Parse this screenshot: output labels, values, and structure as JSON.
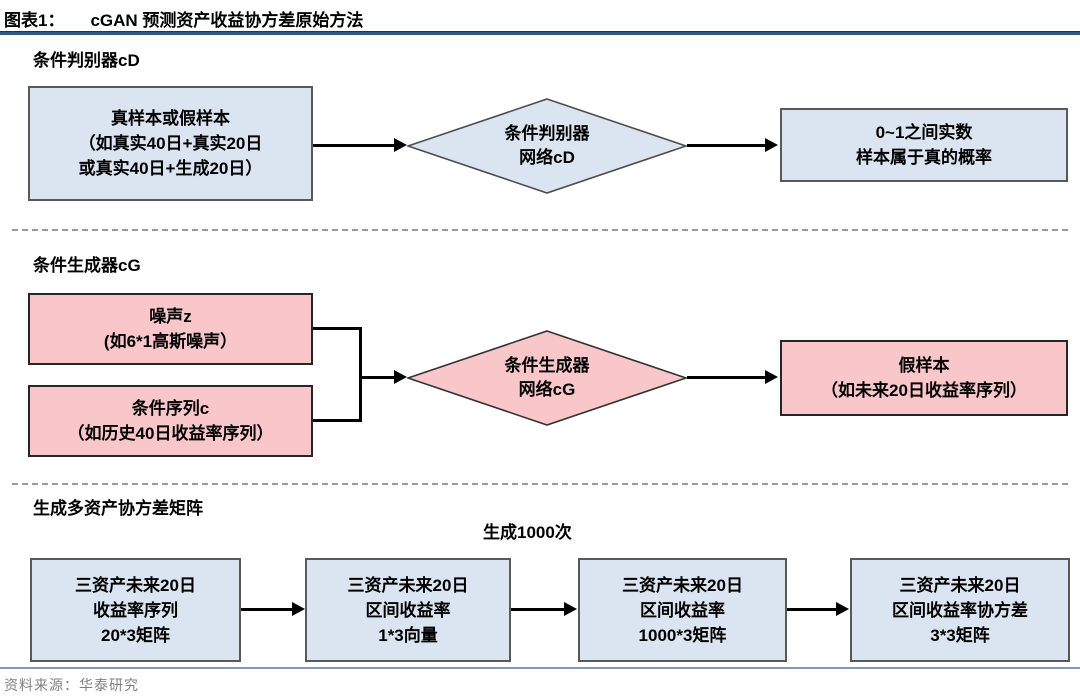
{
  "title": {
    "prefix": "图表1：",
    "text": "cGAN 预测资产收益协方差原始方法"
  },
  "colors": {
    "blue_box_fill": "#dbe5f1",
    "blue_box_border": "#595959",
    "pink_box_fill": "#f9c7c9",
    "pink_box_border": "#262626",
    "title_underline": "#2d5986",
    "footer_line": "#8496b0",
    "source_text": "#7f7f7f",
    "arrow": "#000000"
  },
  "section1": {
    "label": "条件判别器cD",
    "input_box": {
      "lines": [
        "真样本或假样本",
        "（如真实40日+真实20日",
        "或真实40日+生成20日）"
      ]
    },
    "diamond": {
      "lines": [
        "条件判别器",
        "网络cD"
      ]
    },
    "output_box": {
      "lines": [
        "0~1之间实数",
        "样本属于真的概率"
      ]
    }
  },
  "section2": {
    "label": "条件生成器cG",
    "noise_box": {
      "lines": [
        "噪声z",
        "(如6*1高斯噪声）"
      ]
    },
    "condition_box": {
      "lines": [
        "条件序列c",
        "（如历史40日收益率序列）"
      ]
    },
    "diamond": {
      "lines": [
        "条件生成器",
        "网络cG"
      ]
    },
    "output_box": {
      "lines": [
        "假样本",
        "（如未来20日收益率序列）"
      ]
    }
  },
  "section3": {
    "label": "生成多资产协方差矩阵",
    "repeat_label": "生成1000次",
    "boxes": [
      {
        "lines": [
          "三资产未来20日",
          "收益率序列",
          "20*3矩阵"
        ]
      },
      {
        "lines": [
          "三资产未来20日",
          "区间收益率",
          "1*3向量"
        ]
      },
      {
        "lines": [
          "三资产未来20日",
          "区间收益率",
          "1000*3矩阵"
        ]
      },
      {
        "lines": [
          "三资产未来20日",
          "区间收益率协方差",
          "3*3矩阵"
        ]
      }
    ]
  },
  "footer": {
    "source": "资料来源：华泰研究"
  }
}
